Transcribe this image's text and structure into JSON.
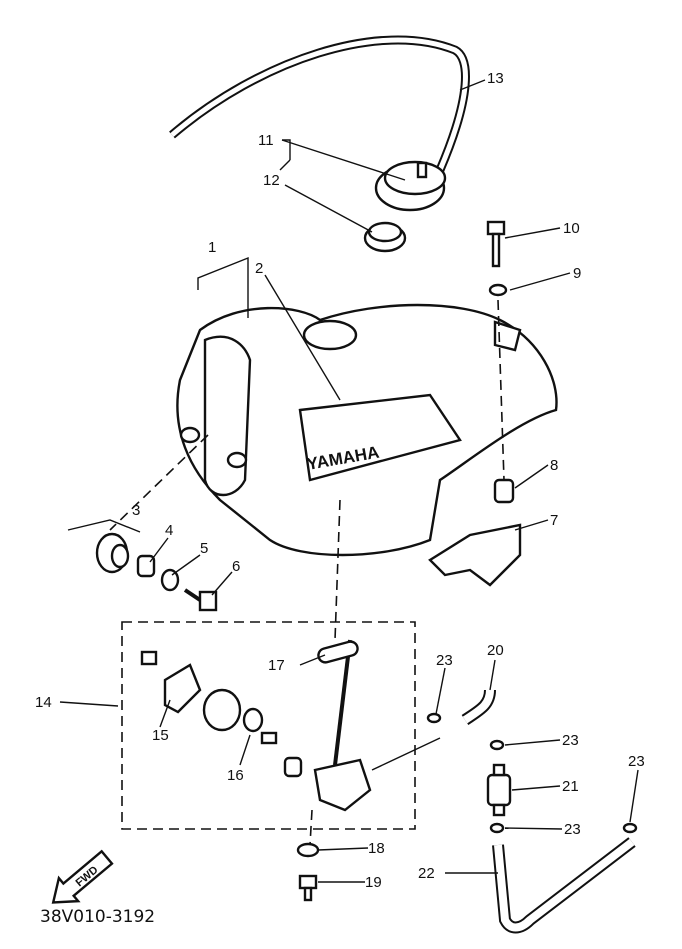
{
  "diagram": {
    "drawing_code": "38V010-3192",
    "forward_arrow": "FWD",
    "tank_logo": "YAMAHA",
    "labels": {
      "p1": "1",
      "p2": "2",
      "p3": "3",
      "p4": "4",
      "p5": "5",
      "p6": "6",
      "p7": "7",
      "p8": "8",
      "p9": "9",
      "p10": "10",
      "p11": "11",
      "p12": "12",
      "p13": "13",
      "p14": "14",
      "p15": "15",
      "p16": "16",
      "p17": "17",
      "p18": "18",
      "p19": "19",
      "p20": "20",
      "p21": "21",
      "p22": "22",
      "p23a": "23",
      "p23b": "23",
      "p23c": "23",
      "p23d": "23"
    }
  }
}
